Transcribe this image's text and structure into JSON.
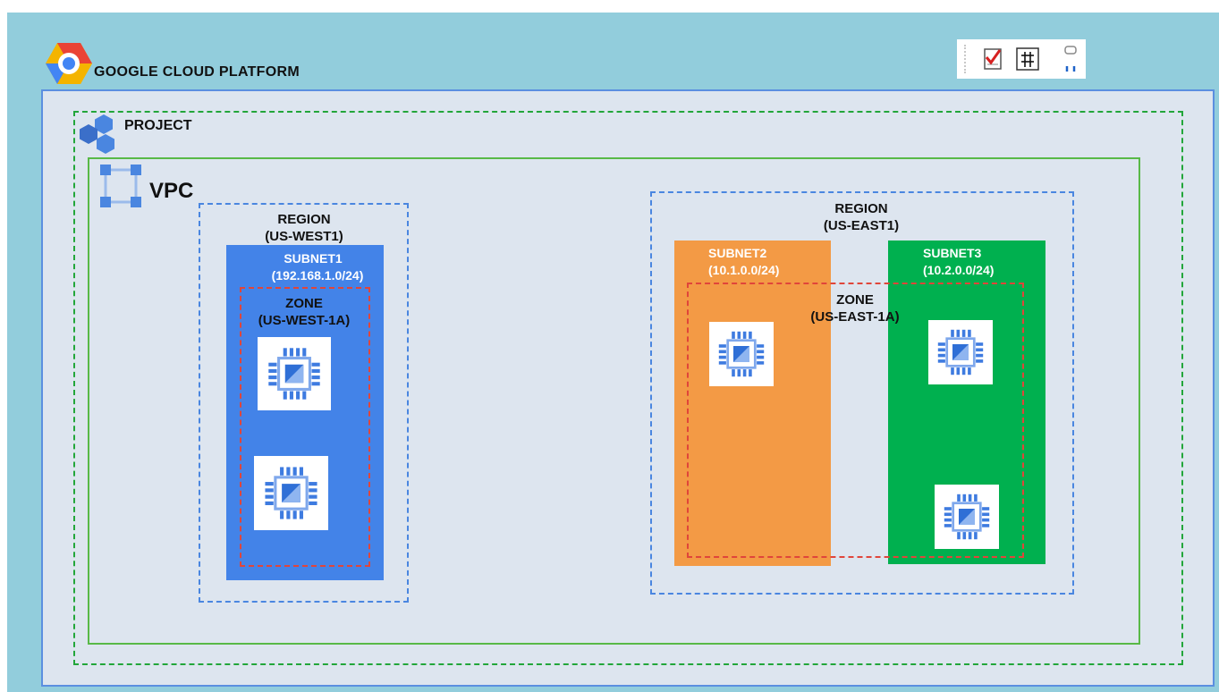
{
  "header": {
    "title": "GOOGLE CLOUD PLATFORM",
    "logo_icon": "google-cloud-logo-icon"
  },
  "project": {
    "label": "PROJECT",
    "icon": "project-hexagons-icon"
  },
  "vpc": {
    "label": "VPC",
    "icon": "vpc-bracket-icon"
  },
  "regions": [
    {
      "label": "REGION",
      "name": "(US-WEST1)",
      "subnets": [
        {
          "label": "SUBNET1",
          "cidr": "(192.168.1.0/24)",
          "color": "#4383E8"
        }
      ],
      "zone": {
        "label": "ZONE",
        "name": "(US-WEST-1A)"
      }
    },
    {
      "label": "REGION",
      "name": "(US-EAST1)",
      "subnets": [
        {
          "label": "SUBNET2",
          "cidr": "(10.1.0.0/24)",
          "color": "#F39A45"
        },
        {
          "label": "SUBNET3",
          "cidr": "(10.2.0.0/24)",
          "color": "#00B04F"
        }
      ],
      "zone": {
        "label": "ZONE",
        "name": "(US-EAST-1A)"
      }
    }
  ],
  "toolbar": {
    "icons": [
      "checklist-icon",
      "grid-character-icon",
      "handle-icon"
    ]
  },
  "colors": {
    "background": "#92CDDC",
    "platform_fill": "#DDE5EF",
    "platform_border": "#5B8FE0",
    "project_border": "#22A63A",
    "vpc_border": "#58B947",
    "region_border": "#4A86E0",
    "zone_border": "#E0453A"
  }
}
